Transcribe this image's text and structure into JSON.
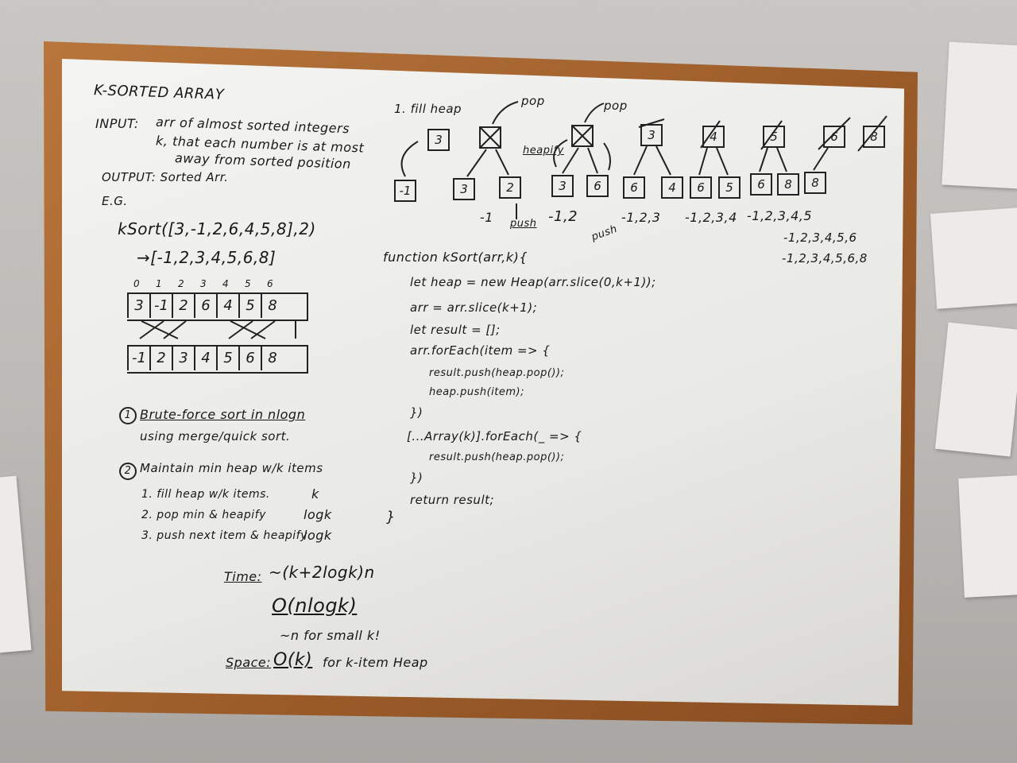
{
  "board": {
    "title": "K-SORTED ARRAY",
    "input_label": "INPUT:",
    "input_line1": "arr of almost sorted integers",
    "input_line2": "k, that each number is at most",
    "input_line3": "away from sorted position",
    "output_line": "OUTPUT: Sorted Arr.",
    "eg_label": "E.G.",
    "example_call": "kSort([3,-1,2,6,4,5,8],2)",
    "example_result": "→[-1,2,3,4,5,6,8]",
    "index_labels": [
      "0",
      "1",
      "2",
      "3",
      "4",
      "5",
      "6"
    ],
    "input_array": [
      "3",
      "-1",
      "2",
      "6",
      "4",
      "5",
      "8"
    ],
    "sorted_array": [
      "-1",
      "2",
      "3",
      "4",
      "5",
      "6",
      "8"
    ],
    "approach1_num": "1",
    "approach1_line1": "Brute-force sort in nlogn",
    "approach1_line2": "using merge/quick sort.",
    "approach2_num": "2",
    "approach2_line1": "Maintain min heap w/k items",
    "steps": [
      {
        "text": "1. fill heap w/k items.",
        "cost": "k"
      },
      {
        "text": "2. pop min & heapify",
        "cost": "logk"
      },
      {
        "text": "3. push next item & heapify",
        "cost": "logk"
      }
    ],
    "time_label": "Time:",
    "time_expr": "~(k+2logk)n",
    "time_big_o": "O(nlogk)",
    "time_note": "~n for small k!",
    "space_label": "Space:",
    "space_big_o": "O(k)",
    "space_note": "for k-item Heap",
    "heap_title": "1. fill heap",
    "pop_label_1": "pop",
    "pop_label_2": "pop",
    "heapify_label": "heapify",
    "push_label_1": "push",
    "push_label_2": "push",
    "heap_nodes": {
      "tree1": [
        "3",
        "-1"
      ],
      "tree2": [
        "3",
        "2"
      ],
      "tree3": [
        "3",
        "6"
      ],
      "tree4": [
        "3",
        "6",
        "4"
      ],
      "tree5": [
        "4",
        "6",
        "5"
      ],
      "tree6": [
        "5",
        "6",
        "8"
      ],
      "tree7": [
        "6",
        "8"
      ],
      "tree8": [
        "8"
      ]
    },
    "outputs": [
      "-1",
      "-1,2",
      "-1,2,3",
      "-1,2,3,4",
      "-1,2,3,4,5",
      "-1,2,3,4,5,6",
      "-1,2,3,4,5,6,8"
    ],
    "code": [
      "function kSort(arr,k){",
      "let heap = new Heap(arr.slice(0,k+1));",
      "arr = arr.slice(k+1);",
      "let result = [];",
      "arr.forEach(item => {",
      "result.push(heap.pop());",
      "heap.push(item);",
      "})",
      "[...Array(k)].forEach(_ => {",
      "result.push(heap.pop());",
      "})",
      "return result;",
      "}"
    ]
  },
  "colors": {
    "wall": "#c9c6c3",
    "frame": "#9a5a28",
    "board": "#f2f2f0",
    "ink": "#181818"
  }
}
